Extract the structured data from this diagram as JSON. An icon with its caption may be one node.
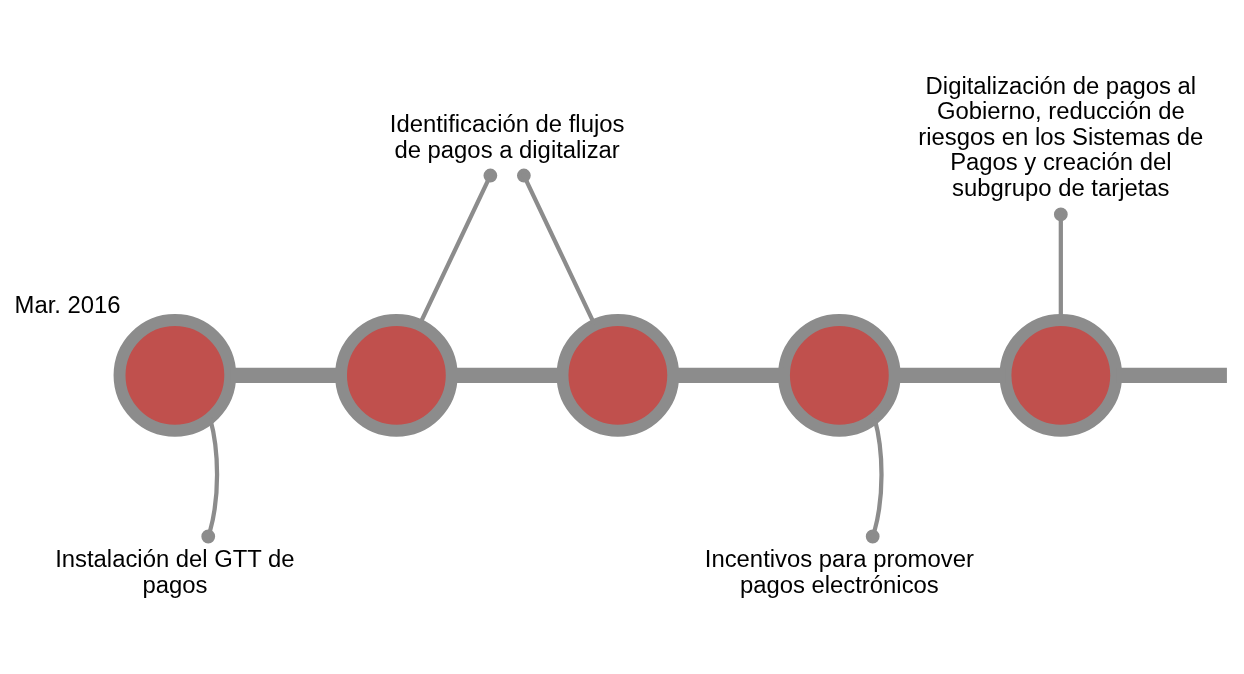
{
  "diagram": {
    "nodes": [
      {
        "text": [],
        "shape": "circle",
        "beside": [
          "Mar. 2016"
        ]
      },
      {
        "text": [
          "Instalación del GTT de pagos"
        ]
      },
      {
        "text": [],
        "shape": "circle"
      },
      {
        "text": [],
        "shape": "circle"
      },
      {
        "text": [
          "Identificación de flujos de pagos a digitalizar"
        ]
      },
      {
        "text": [],
        "shape": "circle"
      },
      {
        "text": [
          "Incentivos para promover pagos electrónicos"
        ]
      },
      {
        "text": [],
        "shape": "circle"
      },
      {
        "text": [
          "Digitalización de pagos al Gobierno, reducción de riesgos en los Sistemas de Pagos y creación del subgrupo de tarjetas"
        ]
      }
    ],
    "edges": [
      {
        "from": 0,
        "to": 2,
        "arrow": "none",
        "style": "thick"
      },
      {
        "from": 2,
        "to": 3,
        "arrow": "none",
        "style": "thick"
      },
      {
        "from": 3,
        "to": 5,
        "arrow": "none",
        "style": "thick"
      },
      {
        "from": 5,
        "to": 7,
        "arrow": "none",
        "style": "thick"
      },
      {
        "from": 7,
        "to": null,
        "arrow": "none",
        "style": "thick"
      },
      {
        "from": 1,
        "to": 0,
        "arrow": "other"
      },
      {
        "from": 4,
        "to": 2,
        "arrow": "other"
      },
      {
        "from": 4,
        "to": 3,
        "arrow": "other"
      },
      {
        "from": 6,
        "to": 5,
        "arrow": "other"
      },
      {
        "from": 8,
        "to": 7,
        "arrow": "other"
      }
    ]
  }
}
